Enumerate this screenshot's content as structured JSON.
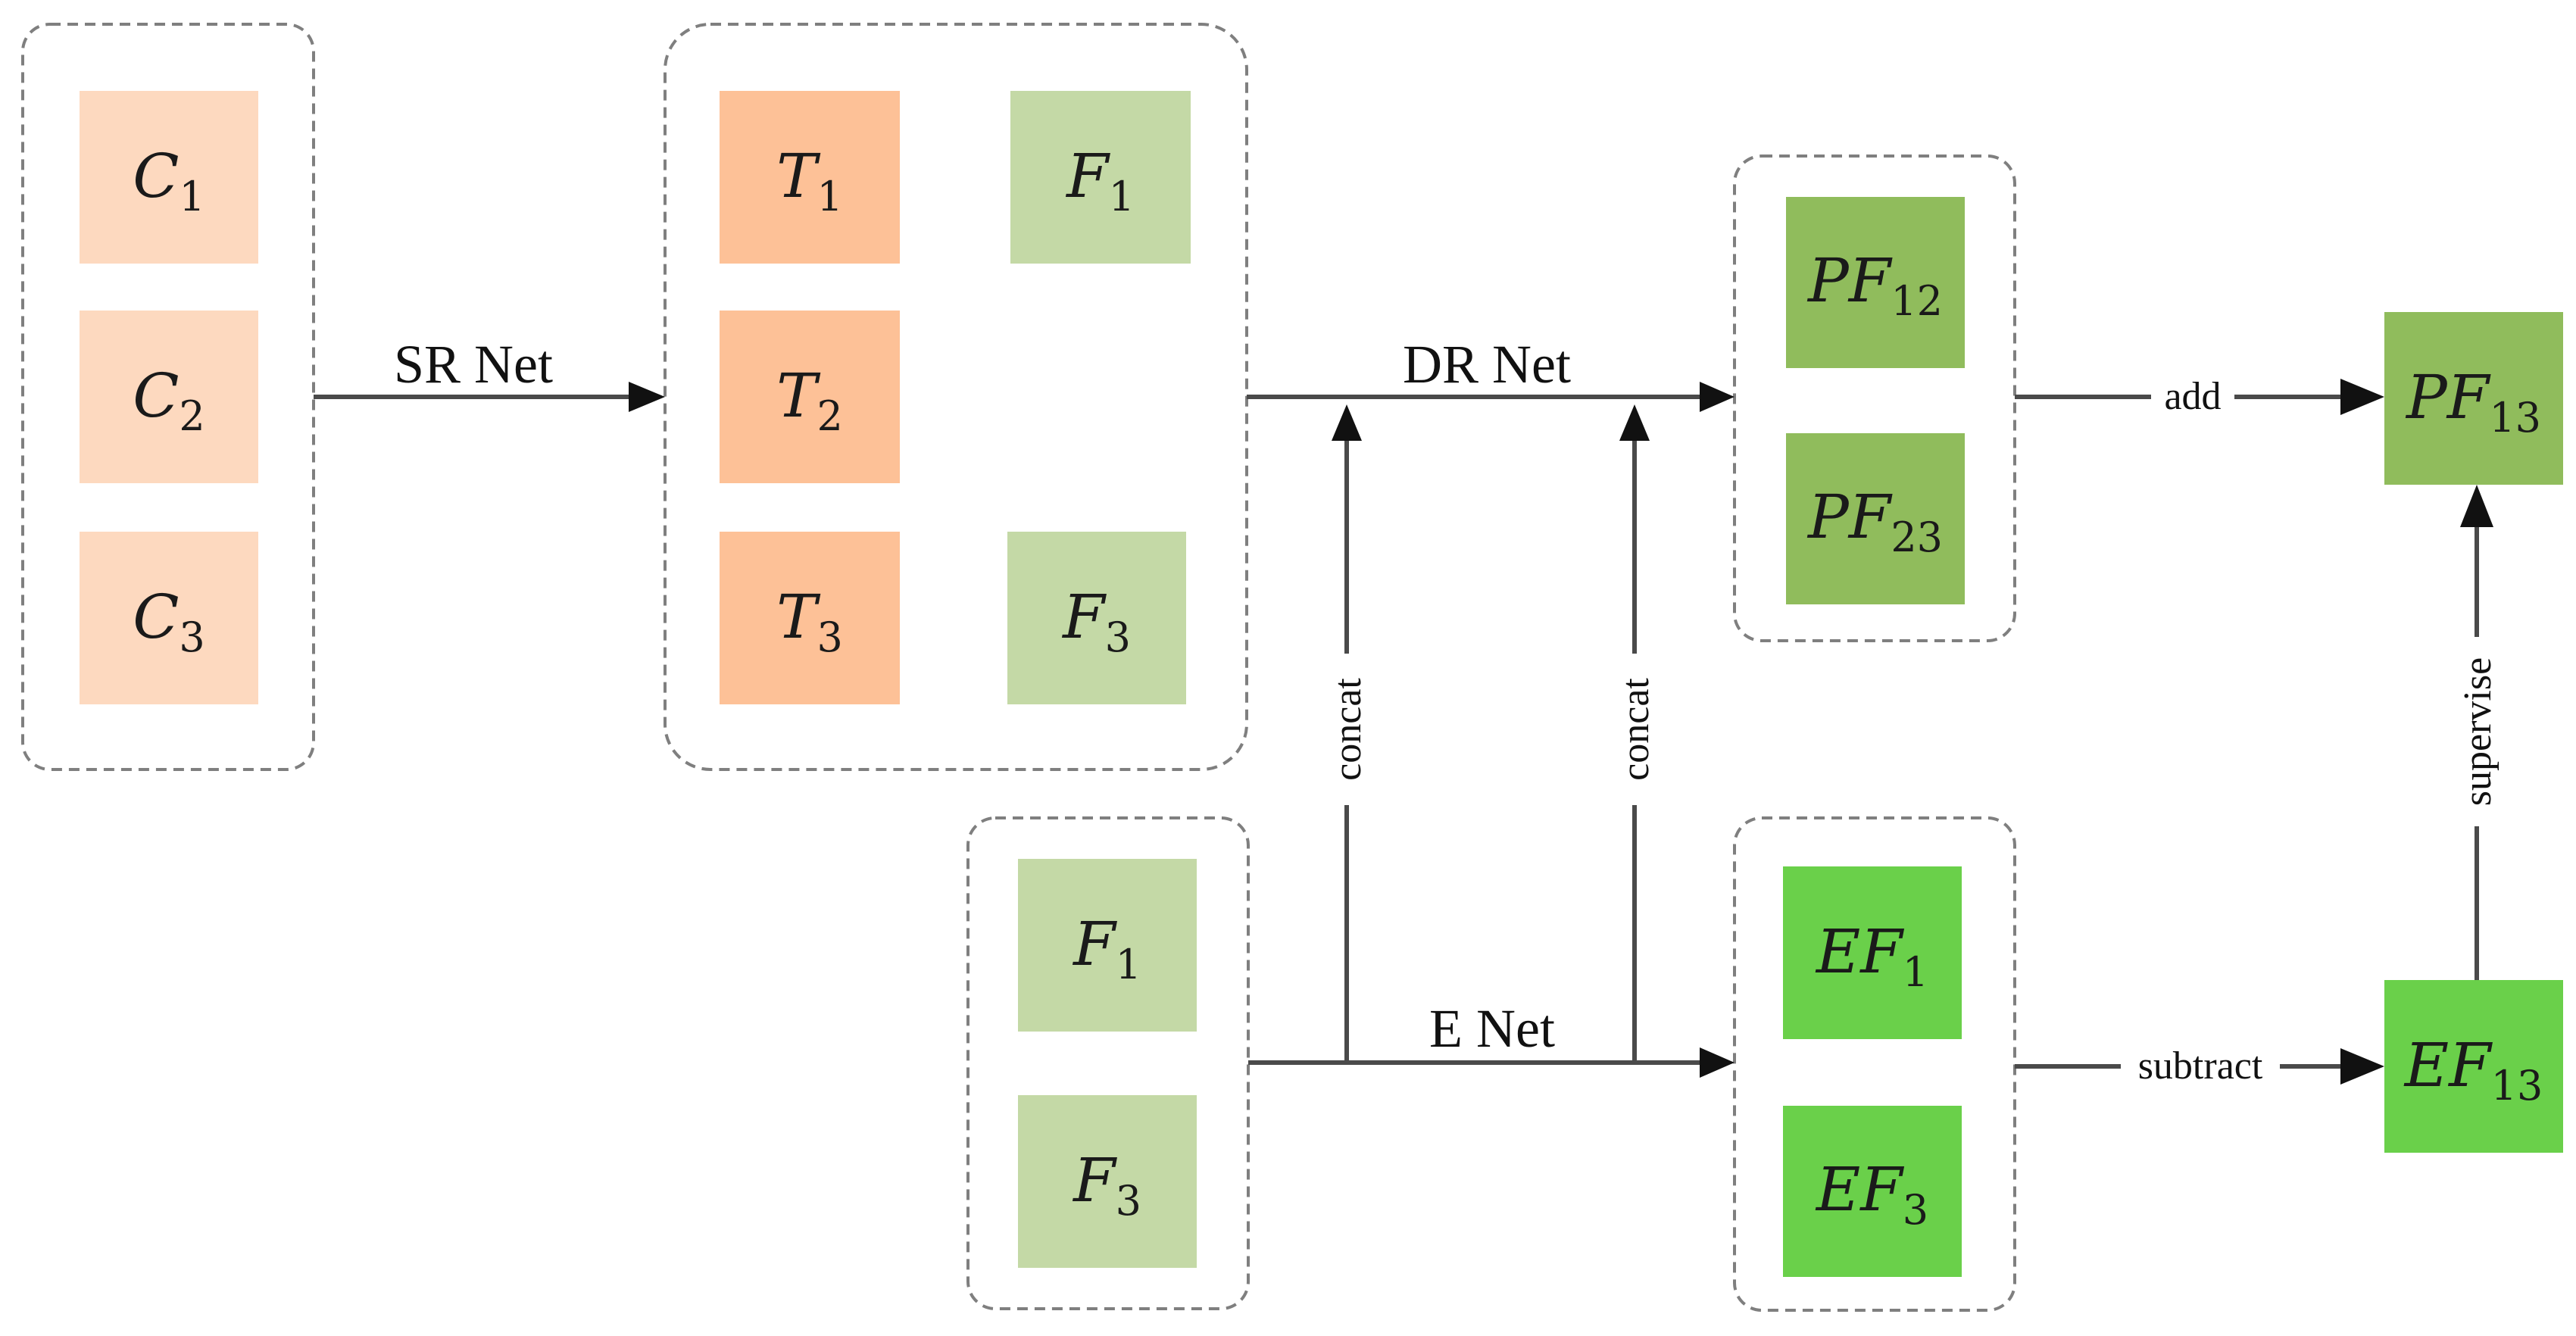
{
  "colors": {
    "light_orange": "#fdd9bf",
    "orange": "#fdc197",
    "light_green": "#c4d9a6",
    "olive_green": "#90bc5c",
    "bright_green": "#6ad04a"
  },
  "nodes": [
    {
      "id": "c1",
      "base": "C",
      "sub": "1",
      "color": "light_orange"
    },
    {
      "id": "c2",
      "base": "C",
      "sub": "2",
      "color": "light_orange"
    },
    {
      "id": "c3",
      "base": "C",
      "sub": "3",
      "color": "light_orange"
    },
    {
      "id": "t1",
      "base": "T",
      "sub": "1",
      "color": "orange"
    },
    {
      "id": "t2",
      "base": "T",
      "sub": "2",
      "color": "orange"
    },
    {
      "id": "t3",
      "base": "T",
      "sub": "3",
      "color": "orange"
    },
    {
      "id": "f1-top",
      "base": "F",
      "sub": "1",
      "color": "light_green"
    },
    {
      "id": "f3-top",
      "base": "F",
      "sub": "3",
      "color": "light_green"
    },
    {
      "id": "f1-bottom",
      "base": "F",
      "sub": "1",
      "color": "light_green"
    },
    {
      "id": "f3-bottom",
      "base": "F",
      "sub": "3",
      "color": "light_green"
    },
    {
      "id": "pf12",
      "base": "PF",
      "sub": "12",
      "color": "olive_green"
    },
    {
      "id": "pf23",
      "base": "PF",
      "sub": "23",
      "color": "olive_green"
    },
    {
      "id": "ef1",
      "base": "EF",
      "sub": "1",
      "color": "bright_green"
    },
    {
      "id": "ef3",
      "base": "EF",
      "sub": "3",
      "color": "bright_green"
    },
    {
      "id": "pf13",
      "base": "PF",
      "sub": "13",
      "color": "olive_green"
    },
    {
      "id": "ef13",
      "base": "EF",
      "sub": "13",
      "color": "bright_green"
    }
  ],
  "edge_labels": {
    "sr_net": "SR Net",
    "dr_net": "DR Net",
    "e_net": "E Net",
    "add": "add",
    "subtract": "subtract",
    "concat_left": "concat",
    "concat_right": "concat",
    "supervise": "supervise"
  }
}
